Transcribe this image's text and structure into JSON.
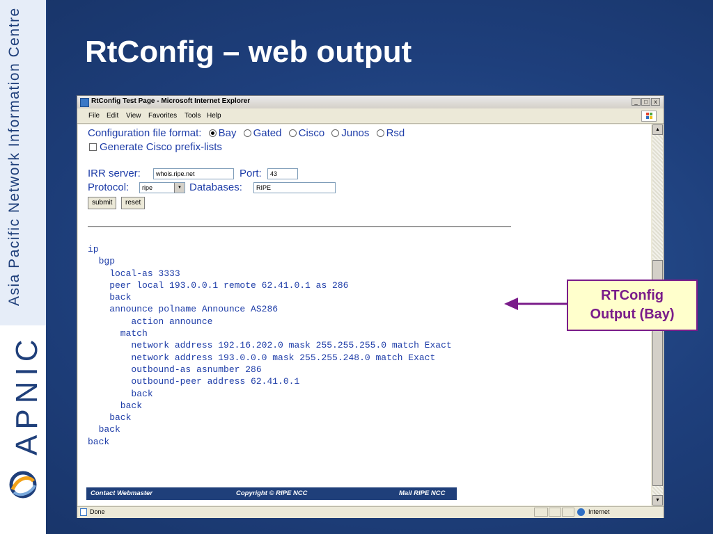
{
  "slide": {
    "title": "RtConfig – web output",
    "side_text": "Asia Pacific Network Information Centre",
    "logo_text": "APNIC"
  },
  "browser": {
    "window_title": "RtConfig Test Page - Microsoft Internet Explorer",
    "controls": {
      "minimize": "_",
      "maximize": "□",
      "close": "x"
    },
    "menu": [
      "File",
      "Edit",
      "View",
      "Favorites",
      "Tools",
      "Help"
    ],
    "status_text": "Done",
    "zone_text": "Internet"
  },
  "form": {
    "format_label": "Configuration file format:",
    "formats": [
      "Bay",
      "Gated",
      "Cisco",
      "Junos",
      "Rsd"
    ],
    "selected_format": "Bay",
    "prefix_lists_label": "Generate Cisco prefix-lists",
    "irr_server_label": "IRR server:",
    "irr_server_value": "whois.ripe.net",
    "port_label": "Port:",
    "port_value": "43",
    "protocol_label": "Protocol:",
    "protocol_value": "ripe",
    "databases_label": "Databases:",
    "databases_value": "RIPE",
    "submit_label": "submit",
    "reset_label": "reset"
  },
  "output_text": "ip\n  bgp\n    local-as 3333\n    peer local 193.0.0.1 remote 62.41.0.1 as 286\n    back\n    announce polname Announce AS286\n        action announce\n      match\n        network address 192.16.202.0 mask 255.255.255.0 match Exact\n        network address 193.0.0.0 mask 255.255.248.0 match Exact\n        outbound-as asnumber 286\n        outbound-peer address 62.41.0.1\n        back\n      back\n    back\n  back\nback",
  "footer": {
    "contact": "Contact Webmaster",
    "copyright": "Copyright © RIPE NCC",
    "mail": "Mail RIPE NCC"
  },
  "callout": {
    "line1": "RTConfig",
    "line2": "Output (Bay)"
  },
  "colors": {
    "slide_background": "#1f3f7a",
    "title_text": "#ffffff",
    "form_text": "#1e3da8",
    "callout_border": "#7a1c8a",
    "callout_fill": "#ffffcc"
  }
}
